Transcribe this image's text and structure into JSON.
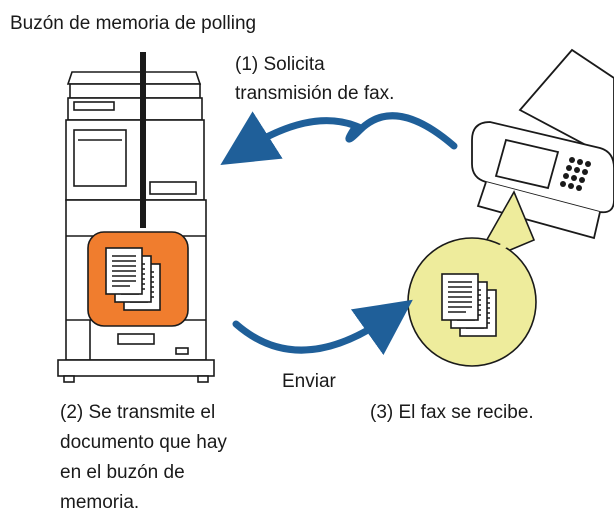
{
  "labels": {
    "polling_box": "Buzón de memoria de polling",
    "step1_line1": "(1) Solicita",
    "step1_line2": "transmisión de fax.",
    "send": "Enviar",
    "step2_line1": "(2) Se transmite el",
    "step2_line2": "documento que hay",
    "step2_line3": "en el buzón de",
    "step2_line4": "memoria.",
    "step3": "(3) El fax se recibe."
  },
  "colors": {
    "arrow": "#1f5f99",
    "memory_box": "#f07d2e",
    "received_bubble": "#eeec9c",
    "outline": "#1a1a1a"
  },
  "icons": {
    "machine": "multifunction-printer-icon",
    "fax": "fax-machine-icon",
    "documents_in_box": "stacked-documents-icon",
    "documents_received": "stacked-documents-icon"
  }
}
